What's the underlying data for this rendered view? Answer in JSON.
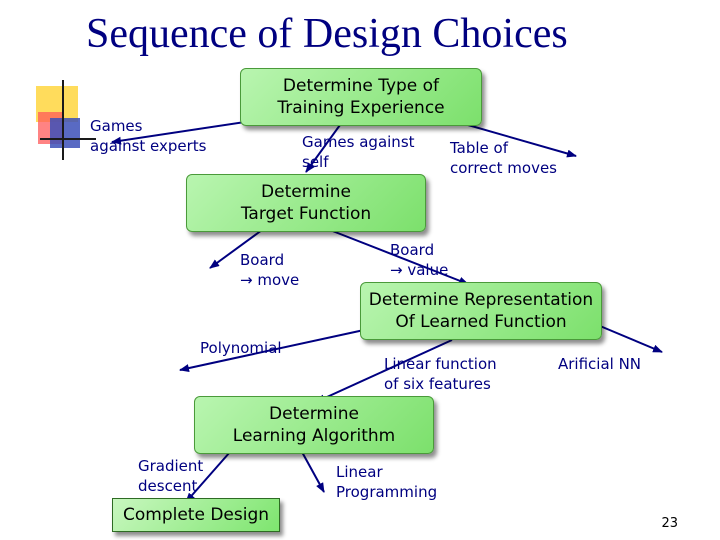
{
  "title": "Sequence of Design Choices",
  "boxes": {
    "training": "Determine Type of\nTraining Experience",
    "target": "Determine\nTarget Function",
    "representation": "Determine Representation\nOf Learned Function",
    "algorithm": "Determine\nLearning Algorithm",
    "complete": "Complete Design"
  },
  "labels": {
    "games_against_experts": "Games\nagainst experts",
    "games_against_self": "Games against\nself",
    "table_of_correct_moves": "Table of\ncorrect moves",
    "board_move": "Board\n→ move",
    "board_value": "Board\n→ value",
    "polynomial": "Polynomial",
    "linear_function": "Linear function\nof six features",
    "artificial_nn": "Arificial NN",
    "gradient_descent": "Gradient\ndescent",
    "linear_programming": "Linear\nProgramming"
  },
  "page_number": "23",
  "colors": {
    "title": "#000080",
    "box_fill": "#8ee67f",
    "arrow": "#000080",
    "deco_yellow": "#ffd23c",
    "deco_red": "#ff5050",
    "deco_blue": "#3246b4"
  }
}
